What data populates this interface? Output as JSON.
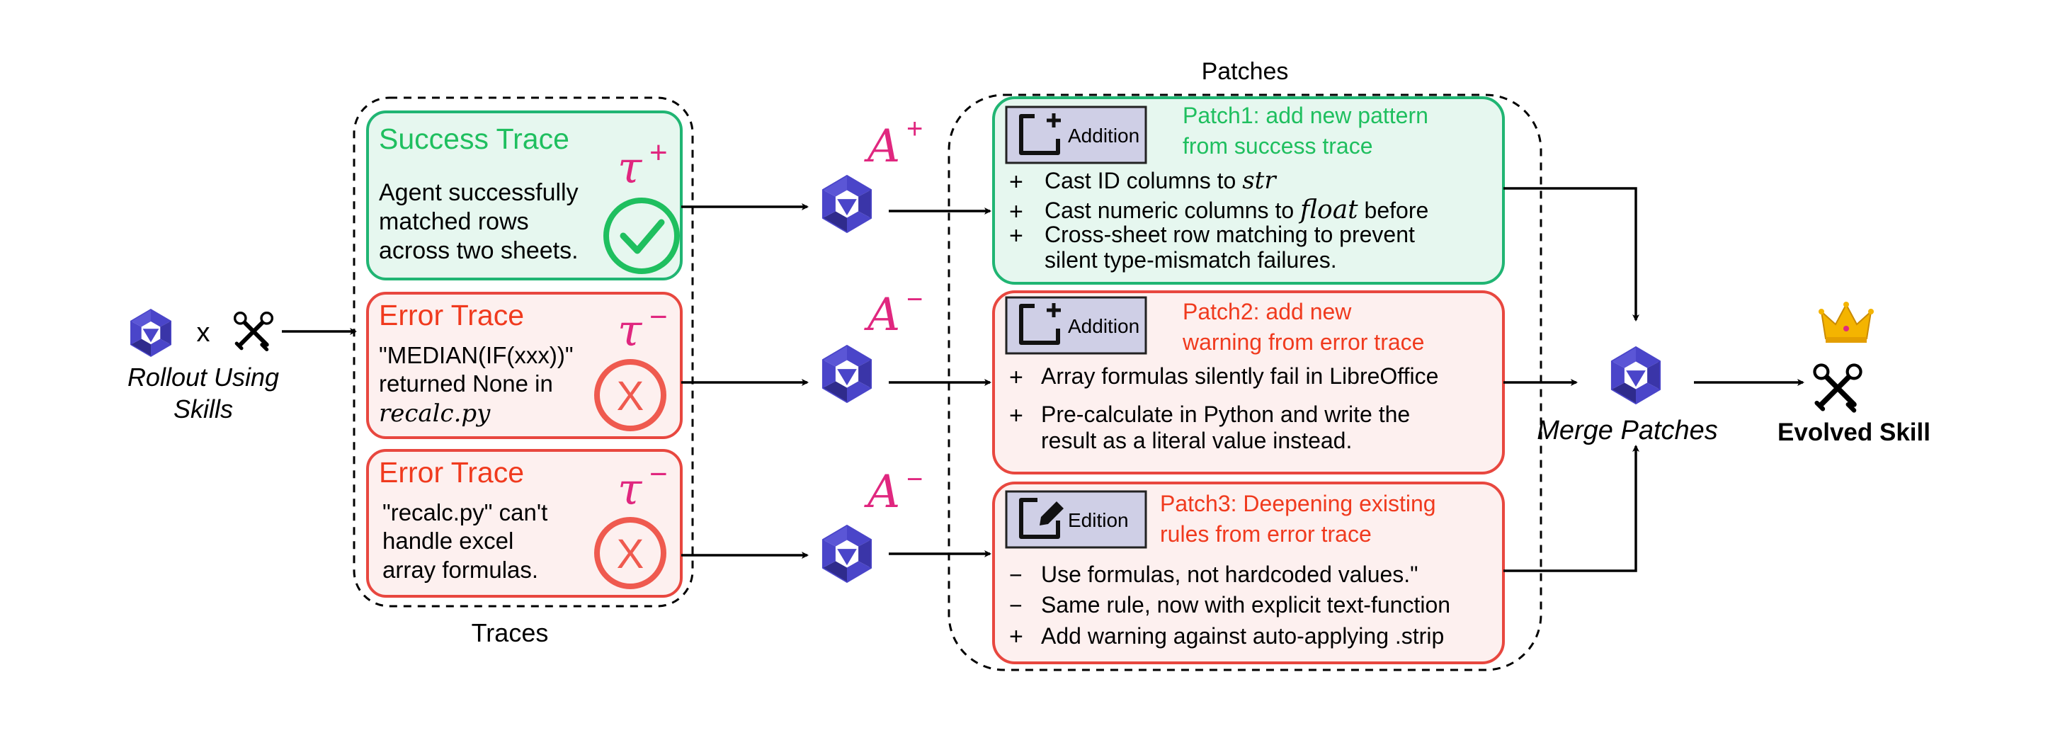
{
  "colors": {
    "success_border": "#20b573",
    "success_fill": "#e6f7ef",
    "error_border": "#e8473f",
    "error_fill": "#fdf0ef",
    "success_text": "#1fbf5f",
    "error_text": "#f03a1e",
    "symbol_pink": "#e0277f",
    "tag_fill": "#cfcfe6",
    "logo_blue": "#4a45c9"
  },
  "left": {
    "rollout_x": "x",
    "rollout_label_line1": "Rollout Using",
    "rollout_label_line2": "Skills"
  },
  "traces": {
    "group_label": "Traces",
    "success": {
      "title": "Success Trace",
      "symbol": "τ",
      "sign": "+",
      "lines": [
        "Agent successfully",
        "matched rows",
        "across two sheets."
      ]
    },
    "error1": {
      "title": "Error Trace",
      "symbol": "τ",
      "sign": "−",
      "lines": [
        "\"MEDIAN(IF(xxx))\"",
        "returned None in"
      ],
      "code": "recalc.py",
      "mark": "X"
    },
    "error2": {
      "title": "Error Trace",
      "symbol": "τ",
      "sign": "−",
      "lines": [
        "\"recalc.py\" can't",
        "handle excel",
        "array formulas."
      ],
      "mark": "X"
    }
  },
  "agents": [
    {
      "symbol": "A",
      "sign": "+"
    },
    {
      "symbol": "A",
      "sign": "−"
    },
    {
      "symbol": "A",
      "sign": "−"
    }
  ],
  "patches": {
    "group_label": "Patches",
    "patch1": {
      "tag": "Addition",
      "title_line1": "Patch1: add new pattern",
      "title_line2": "from success trace",
      "items": [
        {
          "sign": "+",
          "text": "Cast ID columns to ",
          "math": "str"
        },
        {
          "sign": "+",
          "text": "Cast numeric columns to ",
          "math": "float",
          "after": " before"
        },
        {
          "sign": "+",
          "text": "Cross-sheet row matching to prevent"
        },
        {
          "sign": "",
          "text": "silent type-mismatch failures."
        }
      ]
    },
    "patch2": {
      "tag": "Addition",
      "title_line1": "Patch2: add new",
      "title_line2": "warning from error trace",
      "items": [
        {
          "sign": "+",
          "text": "Array formulas silently fail in LibreOffice"
        },
        {
          "sign": "+",
          "text": "Pre-calculate in Python and write the"
        },
        {
          "sign": "",
          "text": "result as a literal value instead."
        }
      ]
    },
    "patch3": {
      "tag": "Edition",
      "title_line1": "Patch3: Deepening existing",
      "title_line2": "rules from error trace",
      "items": [
        {
          "sign": "−",
          "text": "Use formulas, not hardcoded values.\""
        },
        {
          "sign": "−",
          "text": "Same rule, now with explicit text-function"
        },
        {
          "sign": "+",
          "text": "Add warning against auto-applying .strip"
        }
      ]
    }
  },
  "merge": {
    "label": "Merge Patches"
  },
  "output": {
    "label": "Evolved Skill"
  }
}
